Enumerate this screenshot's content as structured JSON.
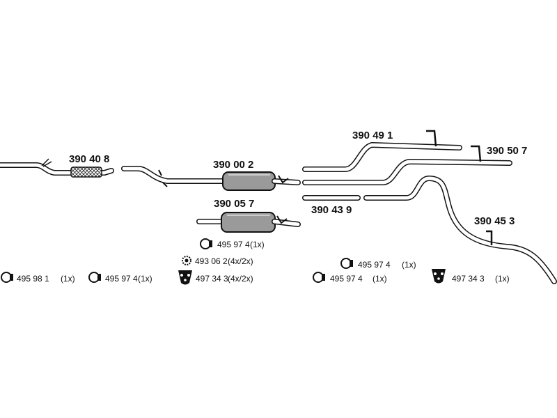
{
  "part_numbers": {
    "front_pipe": "390 40 8",
    "middle_silencer": "390 00 2",
    "middle_silencer_alt": "390 05 7",
    "tail_upper": "390 49 1",
    "tail_upper_right": "390 50 7",
    "tail_middle": "390 43 9",
    "tail_lower": "390 45 3"
  },
  "accessories": [
    {
      "icon": "clamp-icon",
      "part": "495 97 4",
      "qty": "(1x)"
    },
    {
      "icon": "gasket-ring-icon",
      "part": "493 06 2",
      "qty": "(4x/2x)"
    },
    {
      "icon": "clamp-icon",
      "part": "495 98 1",
      "qty": "(1x)"
    },
    {
      "icon": "clamp-icon",
      "part": "495 97 4",
      "qty": "(1x)"
    },
    {
      "icon": "rubber-mount-icon",
      "part": "497 34 3",
      "qty": "(4x/2x)"
    },
    {
      "icon": "clamp-icon",
      "part": "495 97 4",
      "qty": "(1x)"
    },
    {
      "icon": "clamp-icon",
      "part": "495 97 4",
      "qty": "(1x)"
    },
    {
      "icon": "rubber-mount-icon",
      "part": "497 34 3",
      "qty": "(1x)"
    }
  ]
}
